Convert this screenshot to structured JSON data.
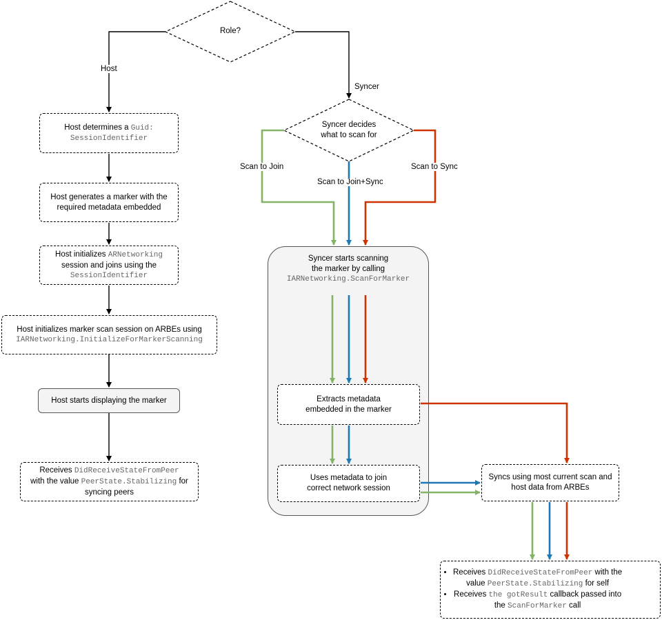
{
  "decision_role": {
    "label": "Role?"
  },
  "decision_syncer": {
    "line1": "Syncer decides",
    "line2": "what to scan for"
  },
  "edges": {
    "host": "Host",
    "syncer": "Syncer",
    "scan_join": "Scan to Join",
    "scan_join_sync": "Scan to Join+Sync",
    "scan_sync": "Scan to Sync"
  },
  "host_steps": {
    "guid": {
      "text": "Host determines a ",
      "code1": "Guid:",
      "code2": "SessionIdentifier"
    },
    "marker": {
      "line1": "Host generates a marker with the",
      "line2": "required metadata embedded"
    },
    "init": {
      "text1": "Host initializes ",
      "code1": "ARNetworking",
      "line2": "session and joins using the",
      "code2": "SessionIdentifier"
    },
    "scan": {
      "line1": "Host initializes marker scan session on ARBEs using",
      "code": "IARNetworking.InitializeForMarkerScanning"
    },
    "display": {
      "label": "Host starts displaying the marker"
    },
    "receive": {
      "text1": "Receives ",
      "code1": "DidReceiveStateFromPeer",
      "text2": "with the value ",
      "code2": "PeerState.Stabilizing",
      "text3": " for",
      "line3": "syncing peers"
    }
  },
  "syncer_steps": {
    "scanning": {
      "line1": "Syncer starts scanning",
      "line2": "the marker by calling",
      "code": "IARNetworking.ScanForMarker"
    },
    "extract": {
      "line1": "Extracts metadata",
      "line2": "embedded in the marker"
    },
    "join": {
      "line1": "Uses metadata to join",
      "line2": "correct network session"
    },
    "sync": {
      "line1": "Syncs using most current scan and",
      "line2": "host data from ARBEs"
    },
    "final": {
      "b1_text1": "Receives ",
      "b1_code": "DidReceiveStateFromPeer",
      "b1_text2": " with the",
      "b1_text3": "value ",
      "b1_code2": "PeerState.Stabilizing",
      "b1_text4": " for self",
      "b2_text1": "Receives ",
      "b2_code": "the gotResult",
      "b2_text2": " callback passed into",
      "b2_text3": "the ",
      "b2_code2": "ScanForMarker",
      "b2_text4": " call"
    }
  },
  "colors": {
    "green": "#82b366",
    "blue": "#1f78b4",
    "red": "#cc3300",
    "black": "#000000"
  }
}
